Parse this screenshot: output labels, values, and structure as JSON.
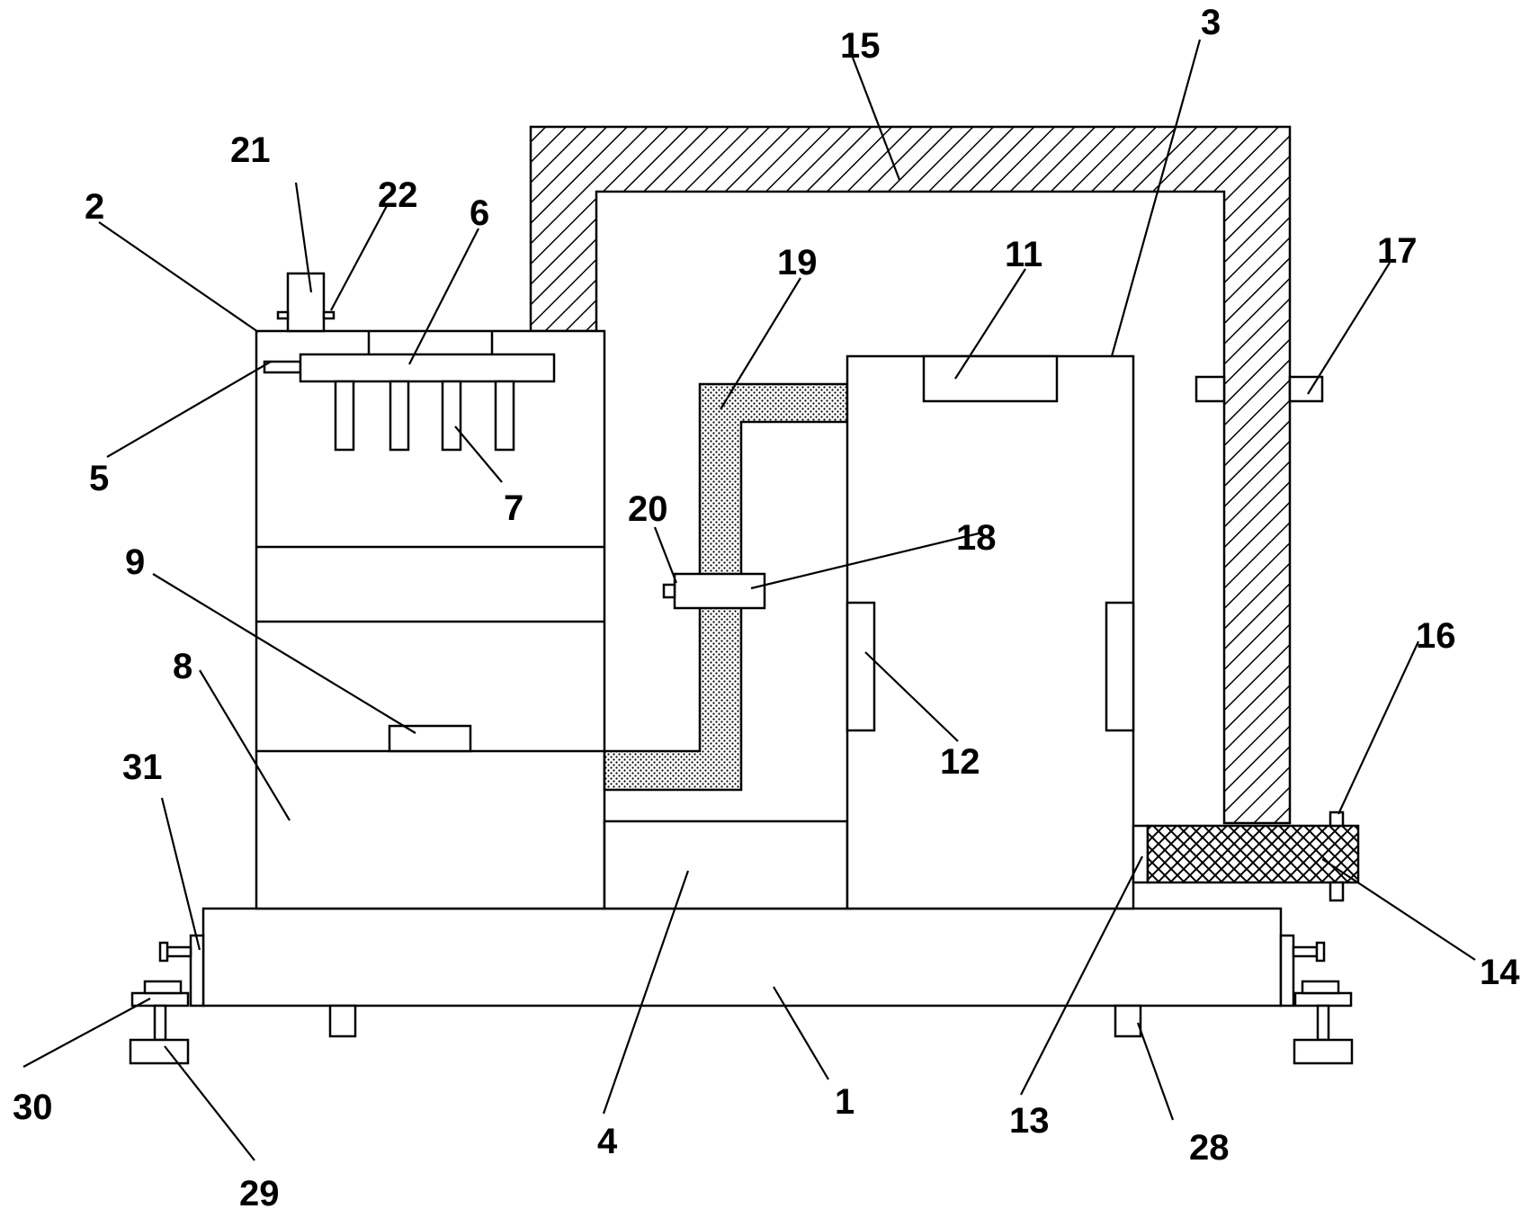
{
  "labels": {
    "l1": "1",
    "l2": "2",
    "l3": "3",
    "l4": "4",
    "l5": "5",
    "l6": "6",
    "l7": "7",
    "l8": "8",
    "l9": "9",
    "l11": "11",
    "l12": "12",
    "l13": "13",
    "l14": "14",
    "l15": "15",
    "l16": "16",
    "l17": "17",
    "l18": "18",
    "l19": "19",
    "l20": "20",
    "l21": "21",
    "l22": "22",
    "l28": "28",
    "l29": "29",
    "l30": "30",
    "l31": "31"
  }
}
